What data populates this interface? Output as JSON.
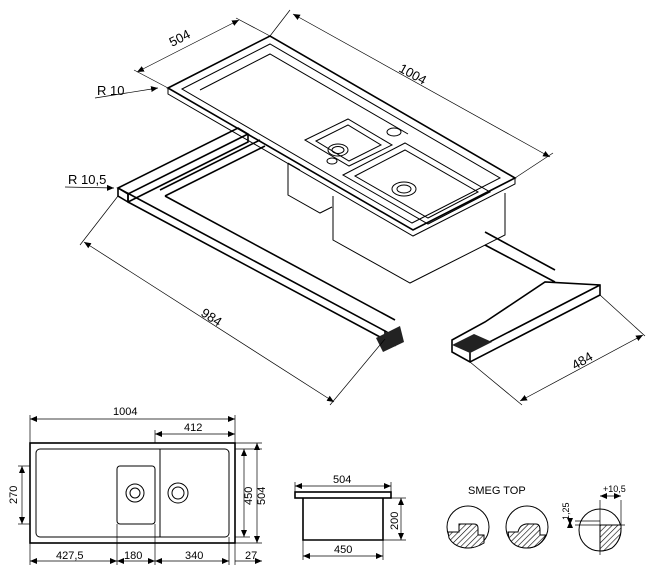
{
  "iso_view": {
    "dims": {
      "width_top": "504",
      "length_top": "1004",
      "corner_radius_sink": "R 10",
      "corner_radius_cutout": "R 10,5",
      "length_cutout": "984",
      "width_cutout": "484"
    }
  },
  "plan_view": {
    "dims": {
      "overall_length": "1004",
      "big_bowl_length": "412",
      "height_left": "270",
      "height_inner": "450",
      "height_overall": "504",
      "offset_left": "427,5",
      "small_bowl_width": "180",
      "big_bowl_width": "340",
      "edge_right": "27"
    }
  },
  "section_view": {
    "dims": {
      "top_width": "504",
      "bottom_width": "450",
      "depth": "200"
    }
  },
  "mount_detail": {
    "title": "SMEG TOP",
    "dim_vertical": "1,25",
    "dim_horizontal": "+10,5"
  }
}
